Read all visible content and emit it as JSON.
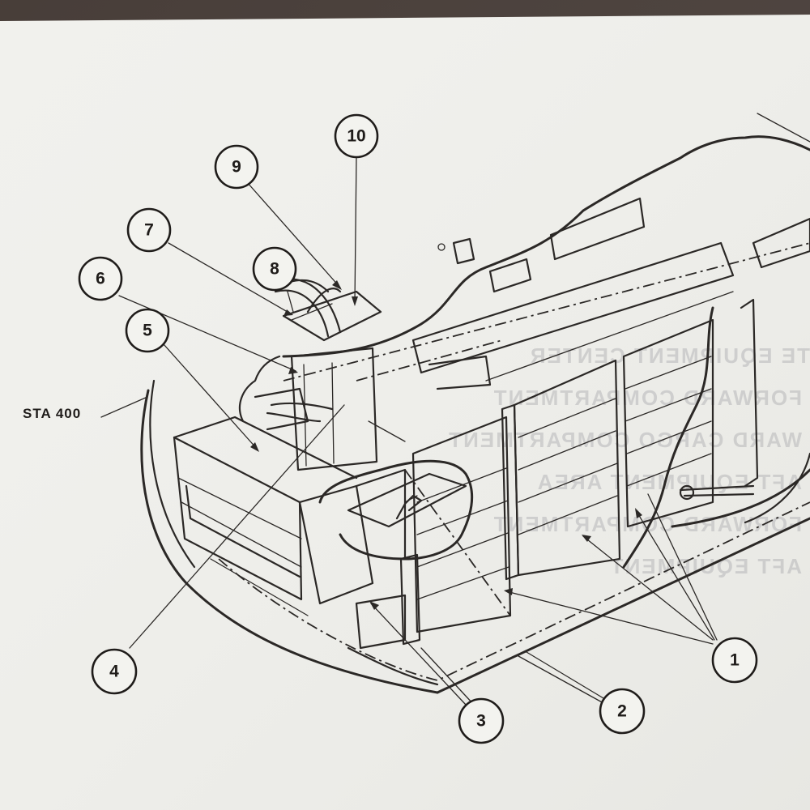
{
  "colors": {
    "paper": "#f0f0ec",
    "ink": "#2b2826",
    "background": "#3a2f2a"
  },
  "station_label": "STA 400",
  "callouts": [
    {
      "id": "1",
      "label": "1"
    },
    {
      "id": "2",
      "label": "2"
    },
    {
      "id": "3",
      "label": "3"
    },
    {
      "id": "4",
      "label": "4"
    },
    {
      "id": "5",
      "label": "5"
    },
    {
      "id": "6",
      "label": "6"
    },
    {
      "id": "7",
      "label": "7"
    },
    {
      "id": "8",
      "label": "8"
    },
    {
      "id": "9",
      "label": "9"
    },
    {
      "id": "10",
      "label": "10"
    }
  ]
}
